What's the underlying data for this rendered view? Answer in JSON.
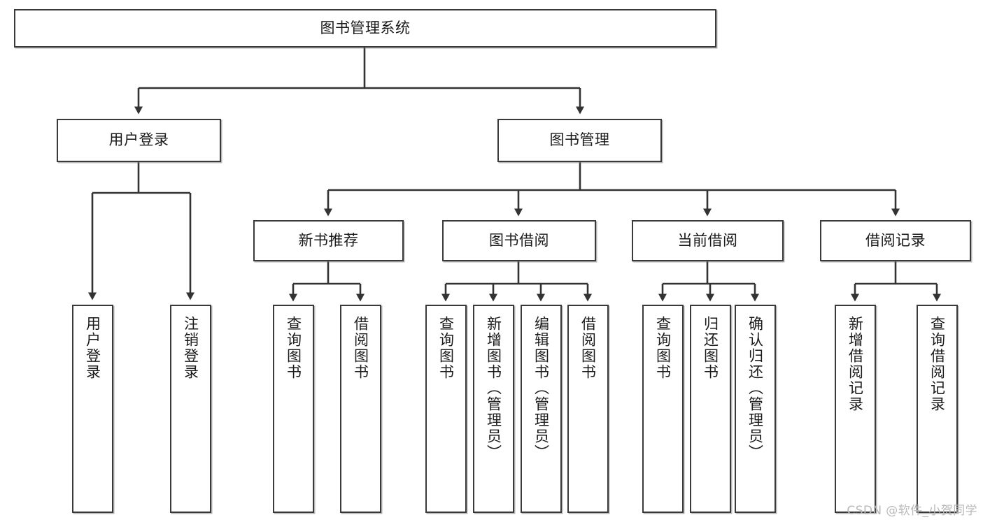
{
  "diagram": {
    "title": "图书管理系统",
    "type": "tree",
    "watermark": "CSDN @软件_小贺同学",
    "colors": {
      "border": "#3a3a3a",
      "fill": "#ffffff",
      "connector": "#333333",
      "text": "#1a1a1a",
      "watermark": "#b9b9b9"
    },
    "nodes": {
      "root": {
        "label": "图书管理系统",
        "level": 0,
        "orientation": "horizontal"
      },
      "l1": [
        {
          "id": "user-login",
          "label": "用户登录",
          "orientation": "horizontal"
        },
        {
          "id": "book-manage",
          "label": "图书管理",
          "orientation": "horizontal"
        }
      ],
      "l2": [
        {
          "id": "new-book-recommend",
          "label": "新书推荐",
          "orientation": "horizontal",
          "parent": "book-manage"
        },
        {
          "id": "book-borrow",
          "label": "图书借阅",
          "orientation": "horizontal",
          "parent": "book-manage"
        },
        {
          "id": "current-borrow",
          "label": "当前借阅",
          "orientation": "horizontal",
          "parent": "book-manage"
        },
        {
          "id": "borrow-record",
          "label": "借阅记录",
          "orientation": "horizontal",
          "parent": "book-manage"
        }
      ],
      "leaves": [
        {
          "id": "leaf-user-login",
          "label": "用户登录",
          "parent": "user-login",
          "orientation": "vertical"
        },
        {
          "id": "leaf-user-logout",
          "label": "注销登录",
          "parent": "user-login",
          "orientation": "vertical"
        },
        {
          "id": "leaf-query-book-1",
          "label": "查询图书",
          "parent": "new-book-recommend",
          "orientation": "vertical"
        },
        {
          "id": "leaf-borrow-book-1",
          "label": "借阅图书",
          "parent": "new-book-recommend",
          "orientation": "vertical"
        },
        {
          "id": "leaf-query-book-2",
          "label": "查询图书",
          "parent": "book-borrow",
          "orientation": "vertical"
        },
        {
          "id": "leaf-add-book",
          "label": "新增图书（管理员）",
          "parent": "book-borrow",
          "orientation": "vertical"
        },
        {
          "id": "leaf-edit-book",
          "label": "编辑图书（管理员）",
          "parent": "book-borrow",
          "orientation": "vertical"
        },
        {
          "id": "leaf-borrow-book-2",
          "label": "借阅图书",
          "parent": "book-borrow",
          "orientation": "vertical"
        },
        {
          "id": "leaf-query-book-3",
          "label": "查询图书",
          "parent": "current-borrow",
          "orientation": "vertical"
        },
        {
          "id": "leaf-return-book",
          "label": "归还图书",
          "parent": "current-borrow",
          "orientation": "vertical"
        },
        {
          "id": "leaf-confirm-return",
          "label": "确认归还（管理员）",
          "parent": "current-borrow",
          "orientation": "vertical"
        },
        {
          "id": "leaf-add-record",
          "label": "新增借阅记录",
          "parent": "borrow-record",
          "orientation": "vertical"
        },
        {
          "id": "leaf-query-record",
          "label": "查询借阅记录",
          "parent": "borrow-record",
          "orientation": "vertical"
        }
      ]
    }
  }
}
